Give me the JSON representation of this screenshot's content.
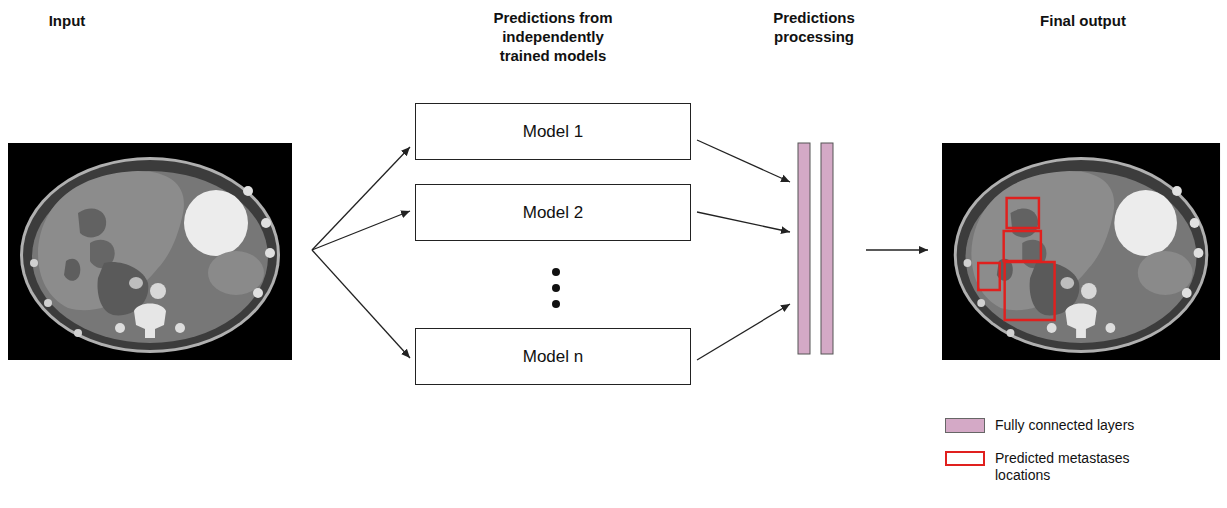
{
  "diagram": {
    "nodes": [
      {
        "text": [
          "Model 1"
        ]
      },
      {
        "text": [
          "Model 2"
        ]
      },
      {
        "text": [
          "Model n"
        ]
      }
    ],
    "labels": [
      "Input",
      "Predictions from independently trained models",
      "Predictions processing",
      "Final output"
    ],
    "legend": [
      {
        "text": "Fully connected layers",
        "color": "#d4a9c6"
      },
      {
        "text": "Predicted metastases locations"
      }
    ]
  }
}
